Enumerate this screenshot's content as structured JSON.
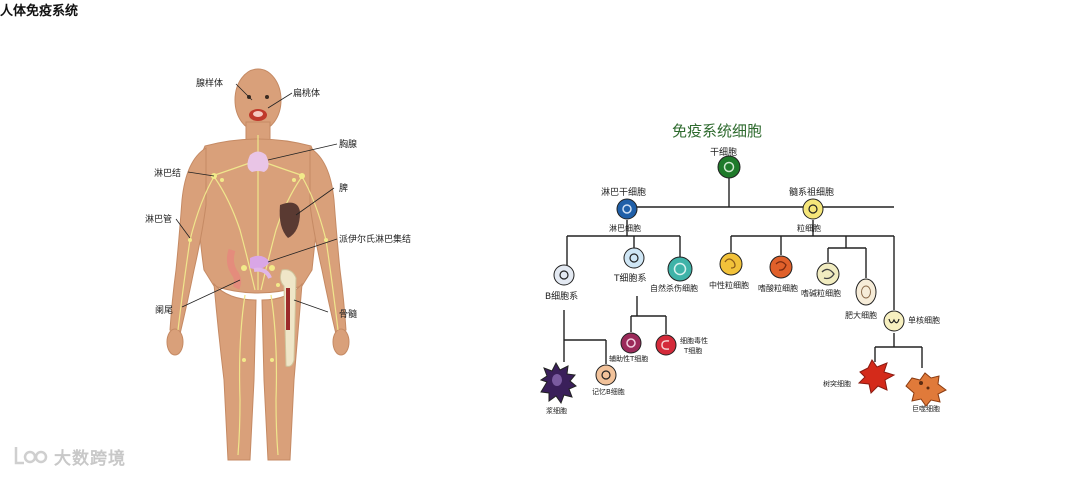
{
  "left": {
    "title": "人体免疫系统",
    "labels": {
      "adenoid": "腺样体",
      "tonsil": "扁桃体",
      "thymus": "胸腺",
      "lymph_node": "淋巴结",
      "spleen": "脾",
      "lymph_vessel": "淋巴管",
      "peyer": "派伊尔氏淋巴集结",
      "appendix": "阑尾",
      "bone_marrow": "骨髓"
    }
  },
  "right": {
    "title": "免疫系统细胞",
    "nodes": {
      "stem": "干细胞",
      "lymphoid_stem": "淋巴干细胞",
      "myeloid": "髓系祖细胞",
      "lymphocyte": "淋巴细胞",
      "granulocyte": "粒细胞",
      "b_cell": "B细胞系",
      "t_cell": "T细胞系",
      "nk": "自然杀伤细胞",
      "neutrophil": "中性粒细胞",
      "eosinophil": "嗜酸粒细胞",
      "basophil": "嗜碱粒细胞",
      "mast": "肥大细胞",
      "monocyte": "单核细胞",
      "helper_t": "辅助性T细胞",
      "cytotoxic_t_1": "细胞毒性",
      "cytotoxic_t_2": "T细胞",
      "plasma": "浆细胞",
      "memory_b": "记忆B细胞",
      "dendritic": "树突细胞",
      "macrophage": "巨噬细胞"
    }
  },
  "watermark": "大数跨境",
  "colors": {
    "title_green": "#2f6b2f",
    "skin": "#d9a07a",
    "lymph": "#e8e07a"
  }
}
